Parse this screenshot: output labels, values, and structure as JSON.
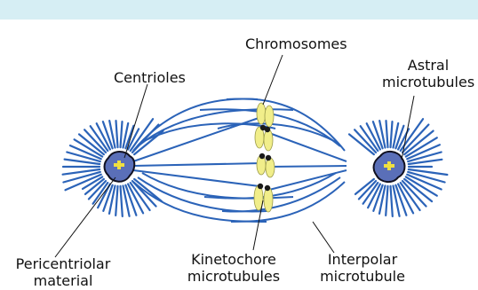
{
  "labels": {
    "chromosomes": "Chromosomes",
    "centrioles": "Centrioles",
    "astral": [
      "Astral",
      "microtubules"
    ],
    "pericentriolar": [
      "Pericentriolar",
      "material"
    ],
    "kinetochore": [
      "Kinetochore",
      "microtubules"
    ],
    "interpolar": [
      "Interpolar",
      "microtubule"
    ]
  },
  "colors": {
    "band": "#d6eef4",
    "microtubule": "#2b63b8",
    "centrosome": "#5a6fb8",
    "centriole": "#f0e040",
    "chromosome": "#f1ee8a",
    "kinetochore": "#1a1a1a"
  }
}
